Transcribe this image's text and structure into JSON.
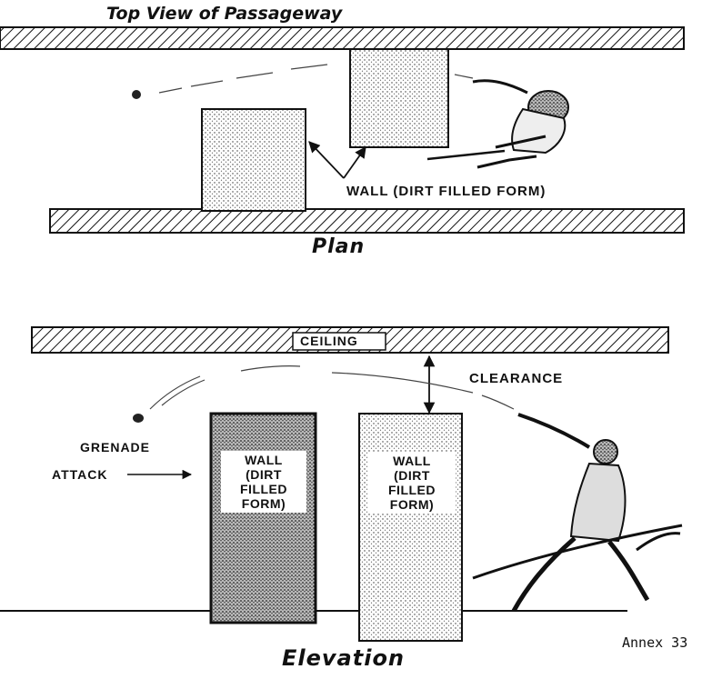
{
  "plan": {
    "title": "Top View of Passageway",
    "caption": "Plan",
    "wall_label": "WALL (DIRT FILLED FORM)"
  },
  "elevation": {
    "caption": "Elevation",
    "ceiling_label": "CEILING",
    "clearance_label": "CLEARANCE",
    "grenade_label": "GRENADE",
    "attack_label": "ATTACK",
    "wall_left_lines": [
      "WALL",
      "(DIRT",
      "FILLED",
      "FORM)"
    ],
    "wall_right_lines": [
      "WALL",
      "(DIRT",
      "FILLED",
      "FORM)"
    ]
  },
  "annex": "Annex 33"
}
